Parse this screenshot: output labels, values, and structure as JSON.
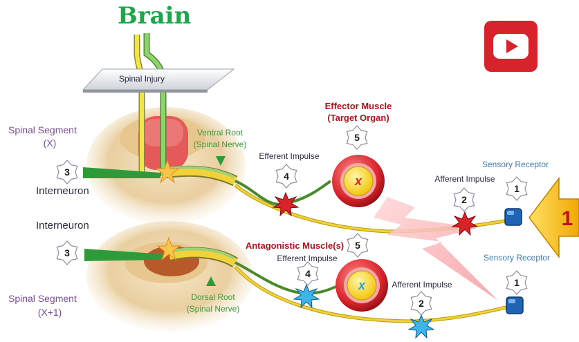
{
  "title": "Brain",
  "spinal_injury": "Spinal Injury",
  "segments": {
    "upper_label": "Spinal Segment",
    "upper_sub": "(X)",
    "lower_label": "Spinal Segment",
    "lower_sub": "(X+1)"
  },
  "interneuron_upper": "Interneuron",
  "interneuron_lower": "Interneuron",
  "ventral_root": "Ventral Root",
  "ventral_root_sub": "(Spinal Nerve)",
  "dorsal_root": "Dorsal Root",
  "dorsal_root_sub": "(Spinal Nerve)",
  "effector_muscle": "Effector Muscle",
  "effector_sub": "(Target Organ)",
  "antagonistic_muscle": "Antagonistic Muscle(s)",
  "efferent_impulse_upper": "Efferent Impulse",
  "efferent_impulse_lower": "Efferent Impulse",
  "afferent_impulse_upper": "Afferent Impulse",
  "afferent_impulse_lower": "Afferent Impulse",
  "sensory_receptor_upper": "Sensory Receptor",
  "sensory_receptor_lower": "Sensory Receptor",
  "muscle_upper_mark": "x",
  "muscle_lower_mark": "x",
  "stimulus_number": "1",
  "steps": {
    "interneuron_upper": "3",
    "interneuron_lower": "3",
    "efferent_upper": "4",
    "efferent_lower": "4",
    "effector_upper": "5",
    "effector_lower": "5",
    "afferent_upper": "2",
    "afferent_lower": "2",
    "receptor_upper": "1",
    "receptor_lower": "1"
  },
  "colors": {
    "title_green": "#1fa64a",
    "youtube_red": "#d7232b",
    "stimulus_yellow": "#f5b800",
    "muscle_red": "#d8232a",
    "nerve_yellow": "#f2d23a",
    "nerve_green": "#6cb44a",
    "receptor_blue": "#1f64b4"
  },
  "icons": [
    "youtube-play-icon",
    "stimulus-arrow-icon",
    "lightning-bolt-icon"
  ]
}
